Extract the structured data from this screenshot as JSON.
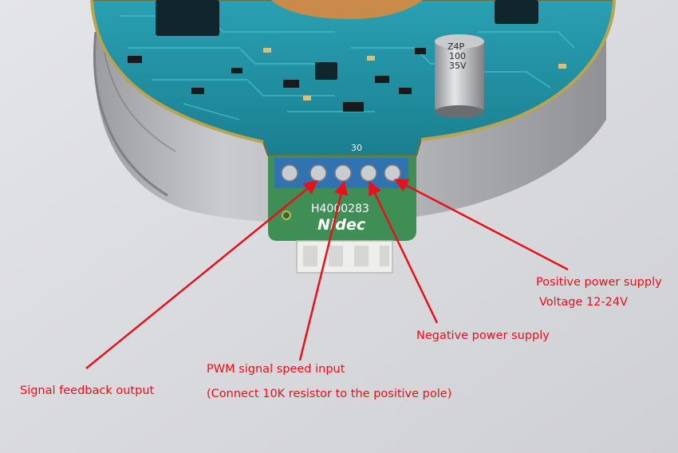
{
  "board": {
    "part_number": "H4000283",
    "brand": "Nidec",
    "pin_marker": "30",
    "capacitor": {
      "line1": "Z4P",
      "line2": "100",
      "line3": "35V"
    }
  },
  "labels": {
    "signal_feedback": "Signal feedback output",
    "pwm_line1": "PWM signal speed input",
    "pwm_line2": "(Connect 10K resistor to the positive pole)",
    "negative_power": "Negative power supply",
    "positive_power_line1": "Positive power supply",
    "positive_power_line2": "Voltage 12-24V"
  },
  "colors": {
    "annotation": "#e8101a",
    "pcb": "#1f8a9c",
    "background": "#d9dadd"
  }
}
